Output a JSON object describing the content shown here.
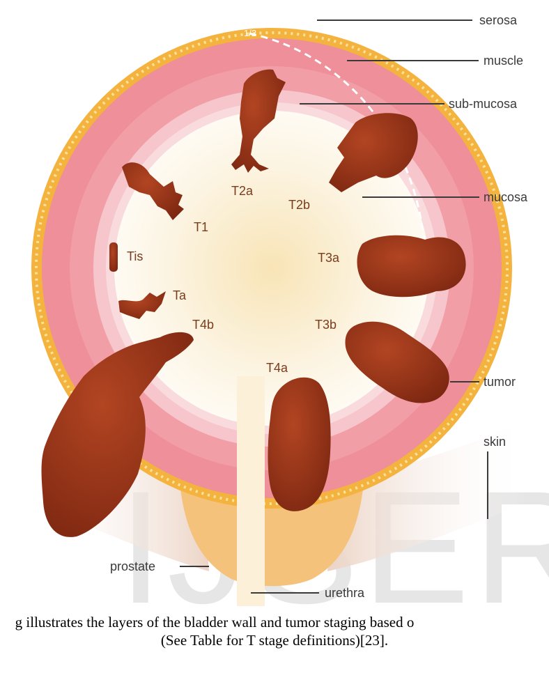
{
  "labels": {
    "serosa": "serosa",
    "muscle": "muscle",
    "submucosa": "sub-mucosa",
    "mucosa": "mucosa",
    "tumor": "tumor",
    "skin": "skin",
    "prostate": "prostate",
    "urethra": "urethra"
  },
  "stages": {
    "tis": "Tis",
    "ta": "Ta",
    "t1": "T1",
    "t2a": "T2a",
    "t2b": "T2b",
    "t3a": "T3a",
    "t3b": "T3b",
    "t4a": "T4a",
    "t4b": "T4b"
  },
  "wall_marker": {
    "half_mark": "1/2"
  },
  "watermark": "IJSER",
  "caption": {
    "line1": "g illustrates the layers of the bladder wall and tumor staging based o",
    "line2": "(See Table for T stage definitions)[23]."
  },
  "colors": {
    "serosa": "#f4b23e",
    "muscle": "#ee8f99",
    "submucosa": "#f6c6cc",
    "lumen": "#fdf6e4",
    "tumor": "#9b3418",
    "prostate": "#f5c27c",
    "skin": "#f3e1d6"
  }
}
